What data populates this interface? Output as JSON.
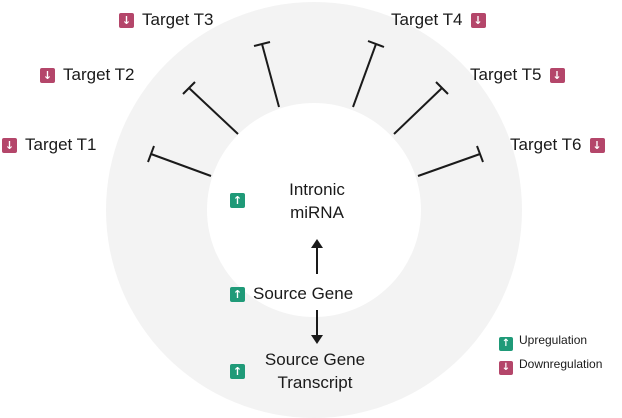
{
  "targets": [
    {
      "label": "Target T1",
      "regulation": "down"
    },
    {
      "label": "Target T2",
      "regulation": "down"
    },
    {
      "label": "Target T3",
      "regulation": "down"
    },
    {
      "label": "Target T4",
      "regulation": "down"
    },
    {
      "label": "Target T5",
      "regulation": "down"
    },
    {
      "label": "Target T6",
      "regulation": "down"
    }
  ],
  "center": {
    "mirna_line1": "Intronic",
    "mirna_line2": "miRNA",
    "source_gene": "Source Gene",
    "transcript_line1": "Source Gene",
    "transcript_line2": "Transcript"
  },
  "legend": {
    "up_label": "Upregulation",
    "down_label": "Downregulation"
  },
  "icons": {
    "up": "arrow-up-icon",
    "down": "arrow-down-icon"
  },
  "colors": {
    "up": "#1f9a78",
    "down": "#b4466a",
    "ring": "#f3f3f3",
    "line": "#1a1a1a"
  }
}
